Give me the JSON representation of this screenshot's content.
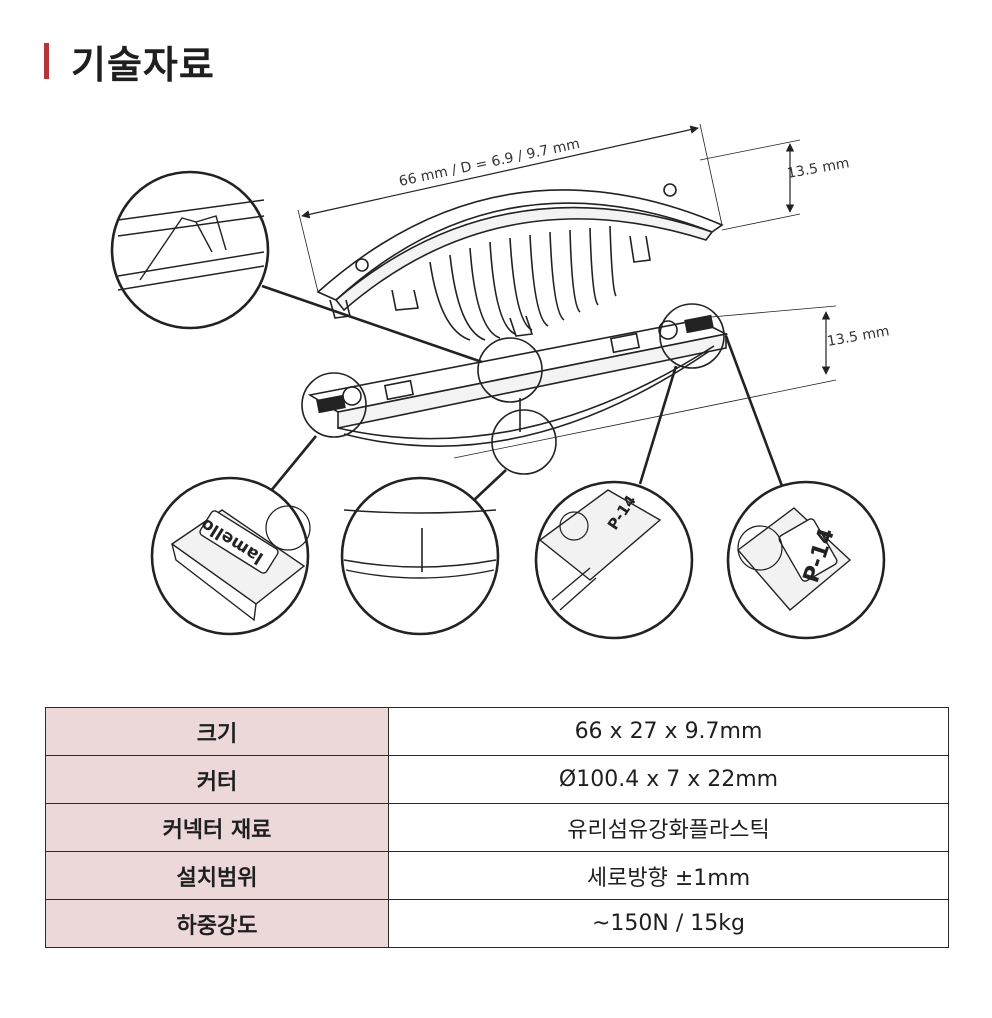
{
  "page": {
    "title": "기술자료",
    "accent_color": "#b5353d",
    "label_bg_color": "#ecd8d9"
  },
  "diagram": {
    "dim_length": "66 mm / D = 6.9 / 9.7 mm",
    "dim_height_top": "13.5 mm",
    "dim_height_bottom": "13.5 mm",
    "detail_logo_text": "lamello",
    "detail_code_text": "P-14"
  },
  "specs": [
    {
      "label": "크기",
      "value": "66  x  27  x  9.7mm"
    },
    {
      "label": "커터",
      "value": "Ø100.4  x  7  x  22mm"
    },
    {
      "label": "커넥터  재료",
      "value": "유리섬유강화플라스틱"
    },
    {
      "label": "설치범위",
      "value": "세로방향  ±1mm"
    },
    {
      "label": "하중강도",
      "value": "~150N  /  15kg"
    }
  ]
}
